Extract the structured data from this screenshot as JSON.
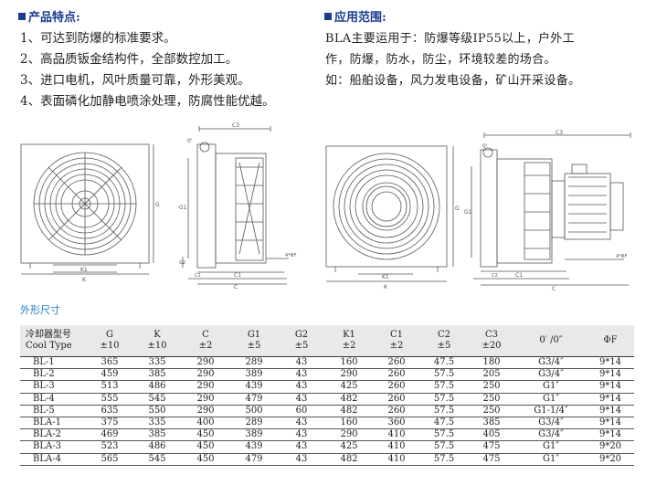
{
  "features": {
    "heading": "产品特点:",
    "items": [
      "1、可达到防爆的标准要求。",
      "2、高品质钣金结构件，全部数控加工。",
      "3、进口电机，风叶质量可靠，外形美观。",
      "4、表面磷化加静电喷涂处理，防腐性能优越。"
    ]
  },
  "applications": {
    "heading": "应用范围:",
    "lines": [
      "BLA主要运用于：防爆等级IP55以上，户外工",
      "作，防爆，防水，防尘，环境较差的场合。",
      "如：船舶设备，风力发电设备，矿山开采设备。"
    ]
  },
  "drawing_labels": {
    "G": "G",
    "K": "K",
    "K1": "K1",
    "C": "C",
    "C1": "C1",
    "C2": "C2",
    "C3": "C3",
    "G1": "G1",
    "G2": "G2",
    "port": "0'",
    "hole": "4*ΦF"
  },
  "dimensions": {
    "title": "外形尺寸",
    "headers": [
      {
        "line1": "冷却器型号",
        "line2": "Cool Type"
      },
      {
        "line1": "G",
        "line2": "±10"
      },
      {
        "line1": "K",
        "line2": "±10"
      },
      {
        "line1": "C",
        "line2": "±2"
      },
      {
        "line1": "G1",
        "line2": "±5"
      },
      {
        "line1": "G2",
        "line2": "±5"
      },
      {
        "line1": "K1",
        "line2": "±2"
      },
      {
        "line1": "C1",
        "line2": "±2"
      },
      {
        "line1": "C2",
        "line2": "±5"
      },
      {
        "line1": "C3",
        "line2": "±20"
      },
      {
        "line1": "0′ /0″",
        "line2": ""
      },
      {
        "line1": "ΦF",
        "line2": ""
      }
    ],
    "rows": [
      [
        "BL-1",
        "365",
        "335",
        "290",
        "289",
        "43",
        "160",
        "260",
        "47.5",
        "180",
        "G3/4″",
        "9*14"
      ],
      [
        "BL-2",
        "459",
        "385",
        "290",
        "389",
        "43",
        "290",
        "260",
        "57.5",
        "205",
        "G3/4″",
        "9*14"
      ],
      [
        "BL-3",
        "513",
        "486",
        "290",
        "439",
        "43",
        "425",
        "260",
        "57.5",
        "250",
        "G1″",
        "9*14"
      ],
      [
        "BL-4",
        "555",
        "545",
        "290",
        "479",
        "43",
        "482",
        "260",
        "57.5",
        "250",
        "G1″",
        "9*14"
      ],
      [
        "BL-5",
        "635",
        "550",
        "290",
        "500",
        "60",
        "482",
        "260",
        "57.5",
        "250",
        "G1-1/4″",
        "9*14"
      ],
      [
        "BLA-1",
        "375",
        "335",
        "400",
        "289",
        "43",
        "160",
        "360",
        "47.5",
        "385",
        "G3/4″",
        "9*14"
      ],
      [
        "BLA-2",
        "469",
        "385",
        "450",
        "389",
        "43",
        "290",
        "410",
        "57.5",
        "405",
        "G3/4″",
        "9*14"
      ],
      [
        "BLA-3",
        "523",
        "486",
        "450",
        "439",
        "43",
        "425",
        "410",
        "57.5",
        "475",
        "G1″",
        "9*20"
      ],
      [
        "BLA-4",
        "565",
        "545",
        "450",
        "479",
        "43",
        "482",
        "410",
        "57.5",
        "475",
        "G1″",
        "9*20"
      ]
    ]
  }
}
